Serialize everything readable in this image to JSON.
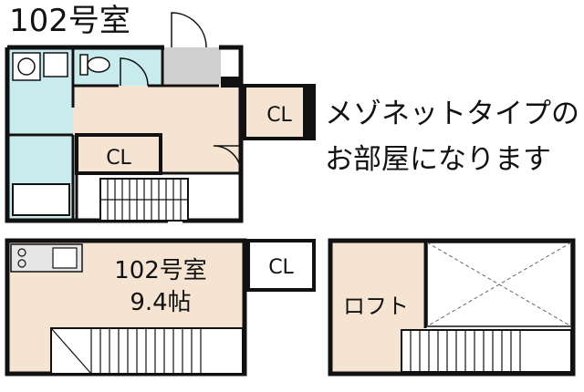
{
  "title": "102号室",
  "note_line1": "メゾネットタイプの",
  "note_line2": "お部屋になります",
  "upper_floor": {
    "closet_right": "CL",
    "closet_center": "CL"
  },
  "lower_floor": {
    "room_name": "102号室",
    "room_size": "9.4帖",
    "closet": "CL"
  },
  "loft": {
    "label": "ロフト"
  },
  "colors": {
    "wall": "#111111",
    "floor_beige": "#f6e4d3",
    "wet_area": "#c8ecee",
    "entrance": "#cfcfcf",
    "closet_fill": "#f6e4d3"
  }
}
